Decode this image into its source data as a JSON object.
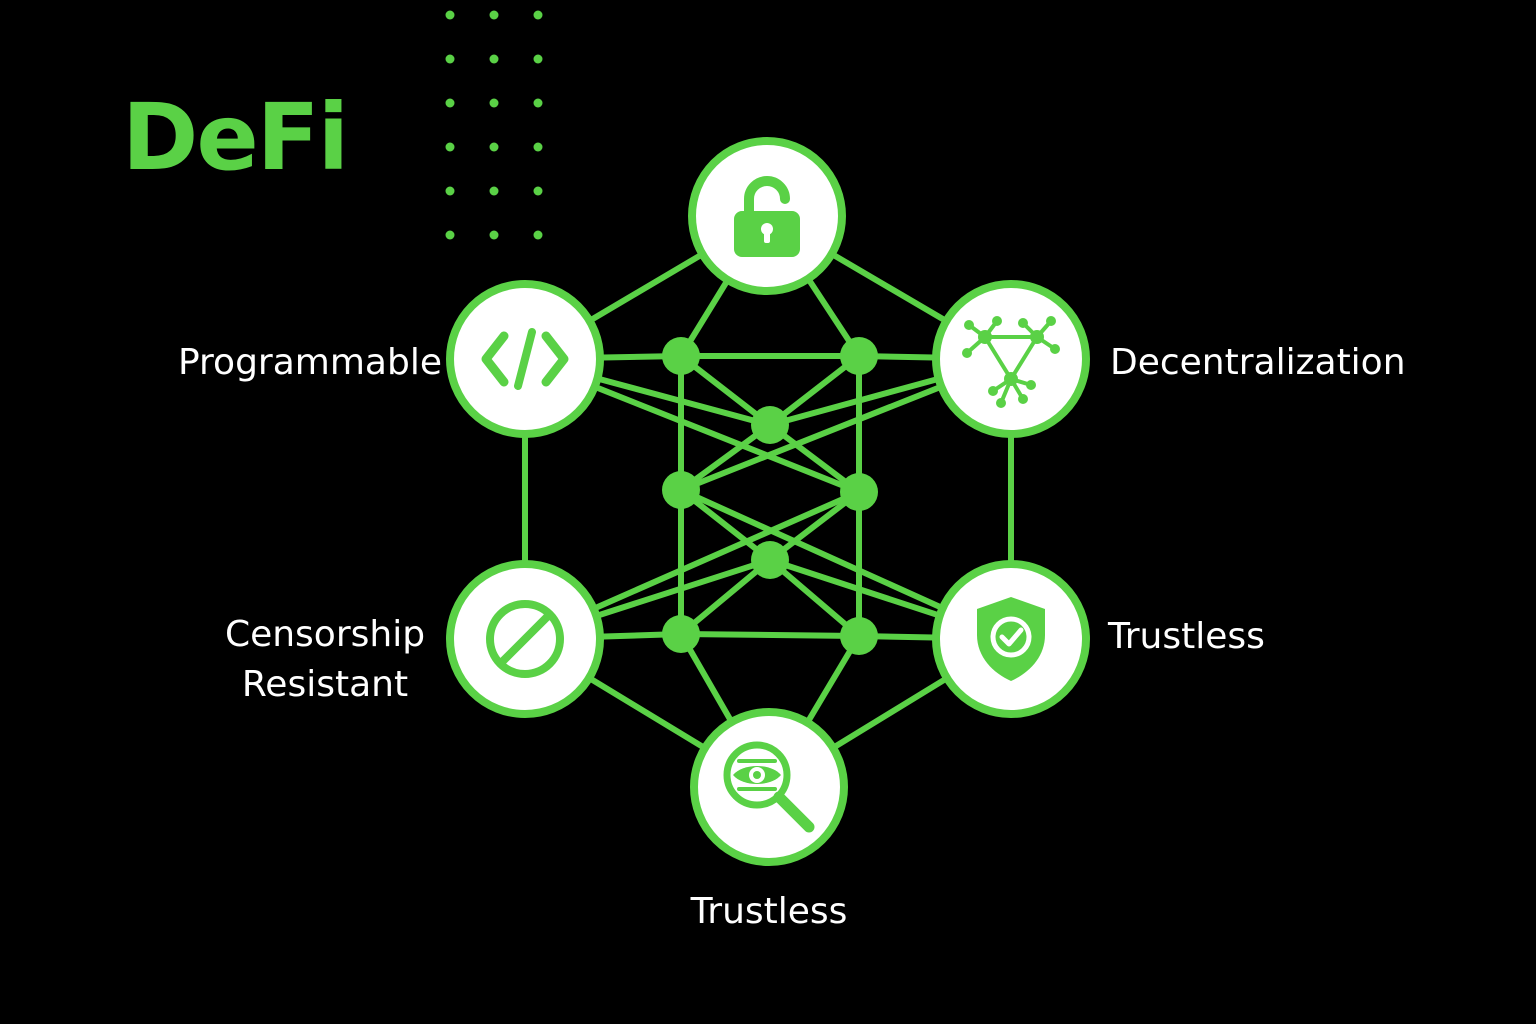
{
  "title": "DeFi",
  "colors": {
    "accent": "#5ad146",
    "background": "#000000",
    "text": "#ffffff",
    "node_fill": "#ffffff"
  },
  "nodes": [
    {
      "id": "top",
      "icon": "padlock-icon",
      "label": ""
    },
    {
      "id": "upper-left",
      "icon": "code-brackets-icon",
      "label": "Programmable"
    },
    {
      "id": "upper-right",
      "icon": "network-graph-icon",
      "label": "Decentralization"
    },
    {
      "id": "lower-left",
      "icon": "prohibited-icon",
      "label_lines": [
        "Censorship",
        "Resistant"
      ]
    },
    {
      "id": "lower-right",
      "icon": "shield-check-icon",
      "label": "Trustless"
    },
    {
      "id": "bottom",
      "icon": "eye-magnifier-icon",
      "label": "Trustless"
    }
  ]
}
